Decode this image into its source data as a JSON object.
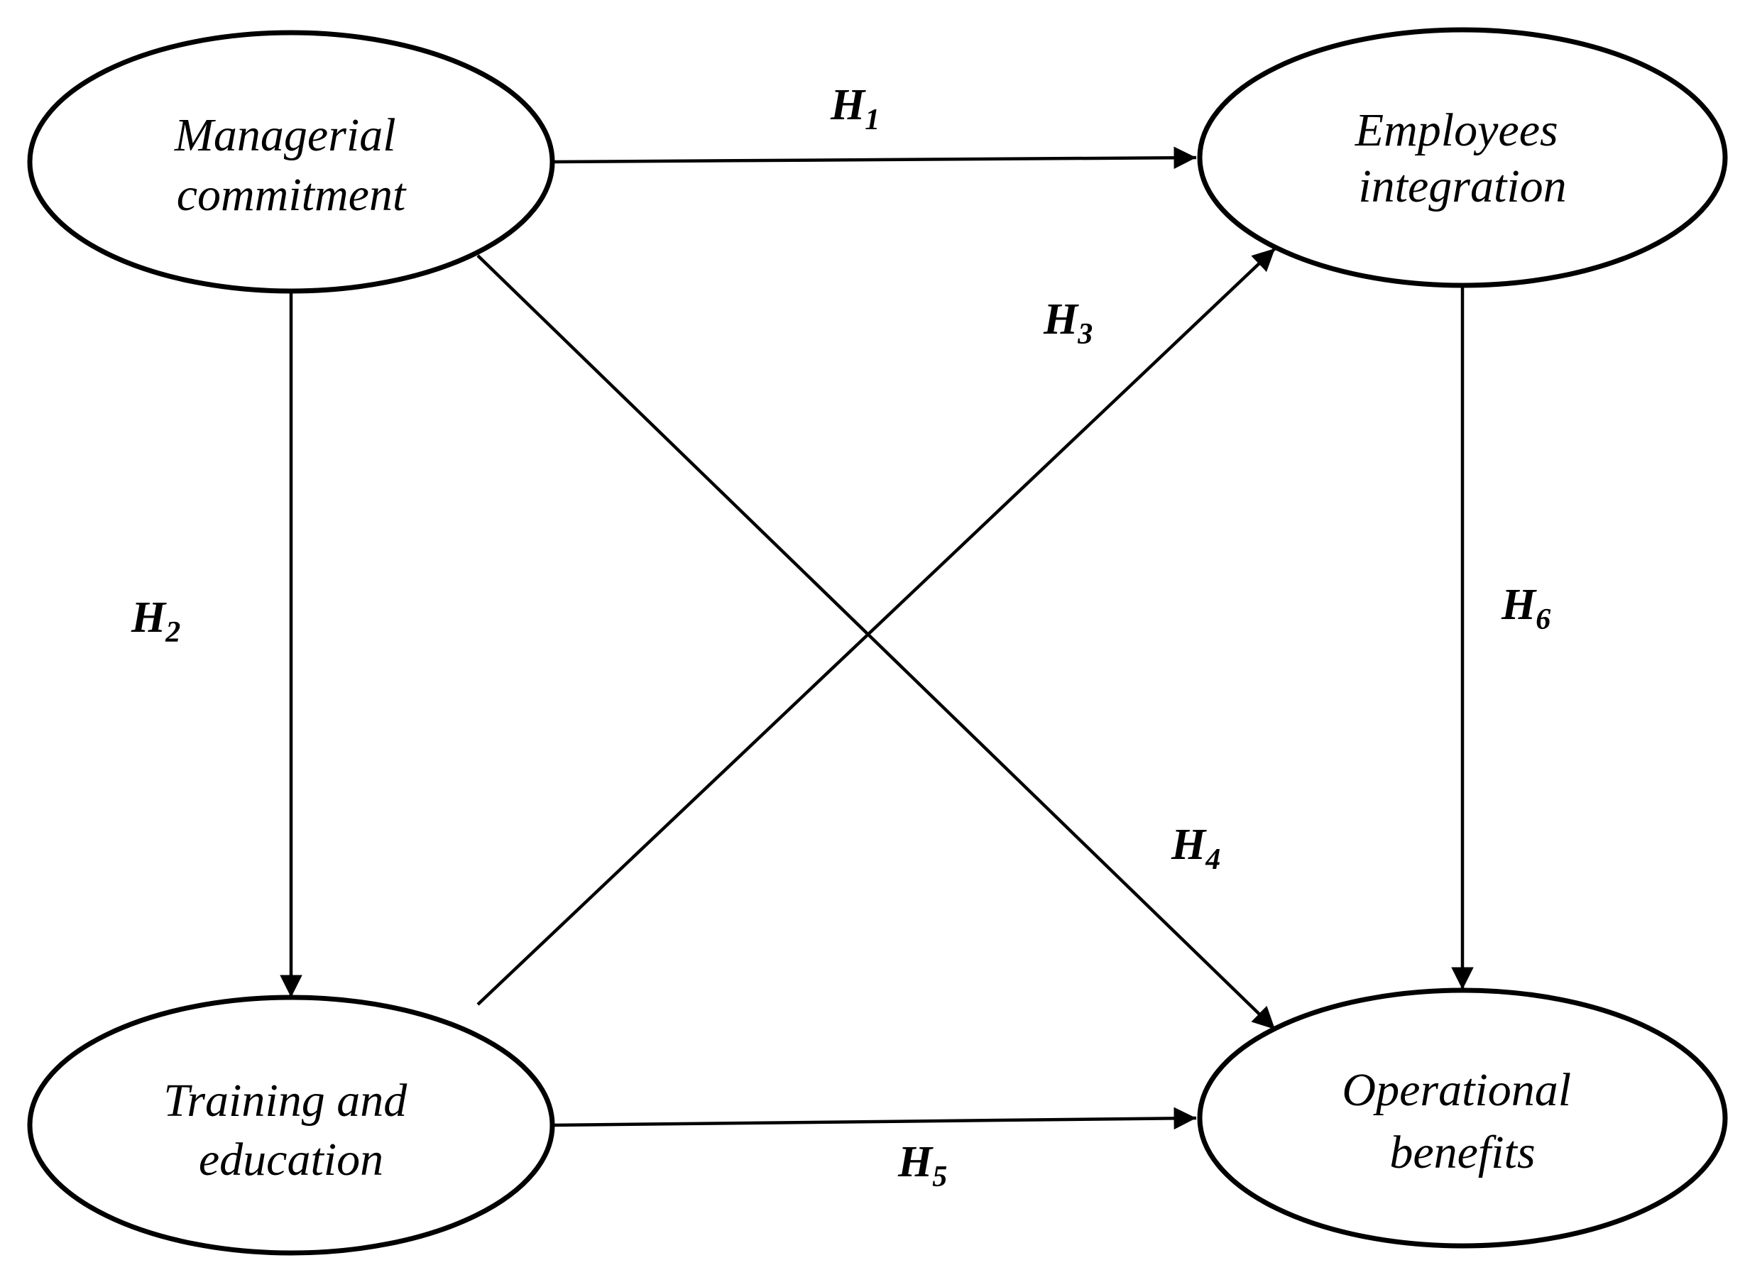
{
  "diagram": {
    "nodes": {
      "managerial": {
        "line1": "Managerial",
        "line2": "commitment"
      },
      "employees": {
        "line1": "Employees",
        "line2": "integration"
      },
      "training": {
        "line1": "Training and",
        "line2": "education"
      },
      "operational": {
        "line1": "Operational",
        "line2": "benefits"
      }
    },
    "hypotheses": {
      "h1": {
        "letter": "H",
        "sub": "1",
        "from": "Managerial commitment",
        "to": "Employees integration"
      },
      "h2": {
        "letter": "H",
        "sub": "2",
        "from": "Managerial commitment",
        "to": "Training and education"
      },
      "h3": {
        "letter": "H",
        "sub": "3",
        "from": "Training and education",
        "to": "Employees integration"
      },
      "h4": {
        "letter": "H",
        "sub": "4",
        "from": "Managerial commitment",
        "to": "Operational benefits"
      },
      "h5": {
        "letter": "H",
        "sub": "5",
        "from": "Training and education",
        "to": "Operational benefits"
      },
      "h6": {
        "letter": "H",
        "sub": "6",
        "from": "Employees integration",
        "to": "Operational benefits"
      }
    }
  }
}
